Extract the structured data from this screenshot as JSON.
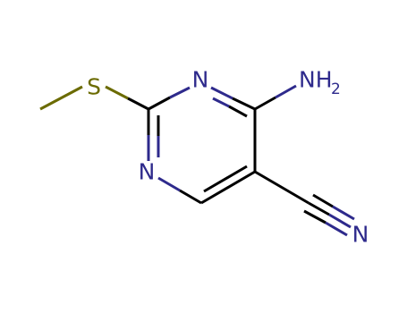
{
  "molecule": {
    "colors": {
      "bond": "#000000",
      "nitrogen": "#2e2a8c",
      "sulfur": "#6b6b00",
      "background": "#ffffff"
    },
    "atoms": {
      "s": {
        "symbol": "S"
      },
      "n_top": {
        "symbol": "N"
      },
      "n_left": {
        "symbol": "N"
      },
      "nh2": {
        "symbol": "NH",
        "subscript": "2"
      },
      "n_nitrile": {
        "symbol": "N"
      }
    }
  }
}
